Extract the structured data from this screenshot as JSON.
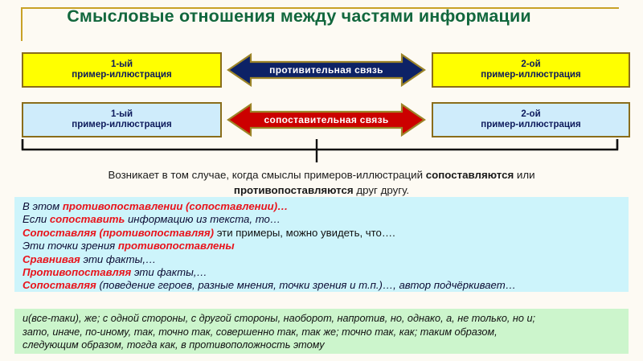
{
  "slide": {
    "title": "Смысловые отношения между частями информации",
    "title_color": "#12673d",
    "accent_border_color": "#c9a227"
  },
  "diagram": {
    "rows": [
      {
        "id": "row-protivitelnaya",
        "box_fill": "#ffff00",
        "box_border": "#8a6d1b",
        "arrow_fill": "#0d2266",
        "arrow_outline": "#9c8428",
        "arrow_label": "противительная связь",
        "left_box": {
          "line1": "1-ый",
          "line2": "пример-иллюстрация"
        },
        "right_box": {
          "line1": "2-ой",
          "line2": "пример-иллюстрация"
        }
      },
      {
        "id": "row-sopostavitelnaya",
        "box_fill": "#cfecfb",
        "box_border": "#8a6d1b",
        "arrow_fill": "#cc0000",
        "arrow_outline": "#9c8428",
        "arrow_label": "сопоставительная связь",
        "left_box": {
          "line1": "1-ый",
          "line2": "пример-иллюстрация"
        },
        "right_box": {
          "line1": "2-ой",
          "line2": "пример-иллюстрация"
        }
      }
    ]
  },
  "explanation": {
    "line1_part1": "Возникает в том случае, когда смыслы примеров-иллюстраций ",
    "line1_bold": "сопоставляются",
    "line1_part2": " или",
    "line2_bold": "противопоставляются",
    "line2_part": " друг другу."
  },
  "examples_block": {
    "background": "#cdf4fb",
    "highlight_color": "#e8141c",
    "lines": [
      {
        "pre": "В этом ",
        "hl": "противопоставлении (сопоставлении)…",
        "post": ""
      },
      {
        "pre": "Если ",
        "hl": "сопоставить",
        "post": " информацию из текста, то…"
      },
      {
        "pre": "",
        "hl": "Сопоставляя (противопоставляя)",
        "post": " эти примеры, можно увидеть, что….",
        "post_plain": true
      },
      {
        "pre": "Эти точки зрения ",
        "hl": "противопоставлены",
        "post": ""
      },
      {
        "pre": "",
        "hl": "Сравнивая",
        "post": " эти факты,…"
      },
      {
        "pre": "",
        "hl": "Противопоставляя",
        "post": " эти факты,…"
      },
      {
        "pre": "",
        "hl": "Сопоставляя",
        "post": " (поведение героев, разные мнения, точки зрения и т.п.)…, автор подчёркивает…"
      }
    ]
  },
  "connectors_block": {
    "background": "#ccf5cc",
    "lines": [
      "и(все-таки), же; с одной стороны, с другой стороны, наоборот, напротив, но, однако, а, не только, но и;",
      "зато, иначе, по-иному, так, точно так, совершенно так, так же; точно так, как; таким образом,",
      "следующим образом, тогда как, в противоположность этому"
    ]
  }
}
